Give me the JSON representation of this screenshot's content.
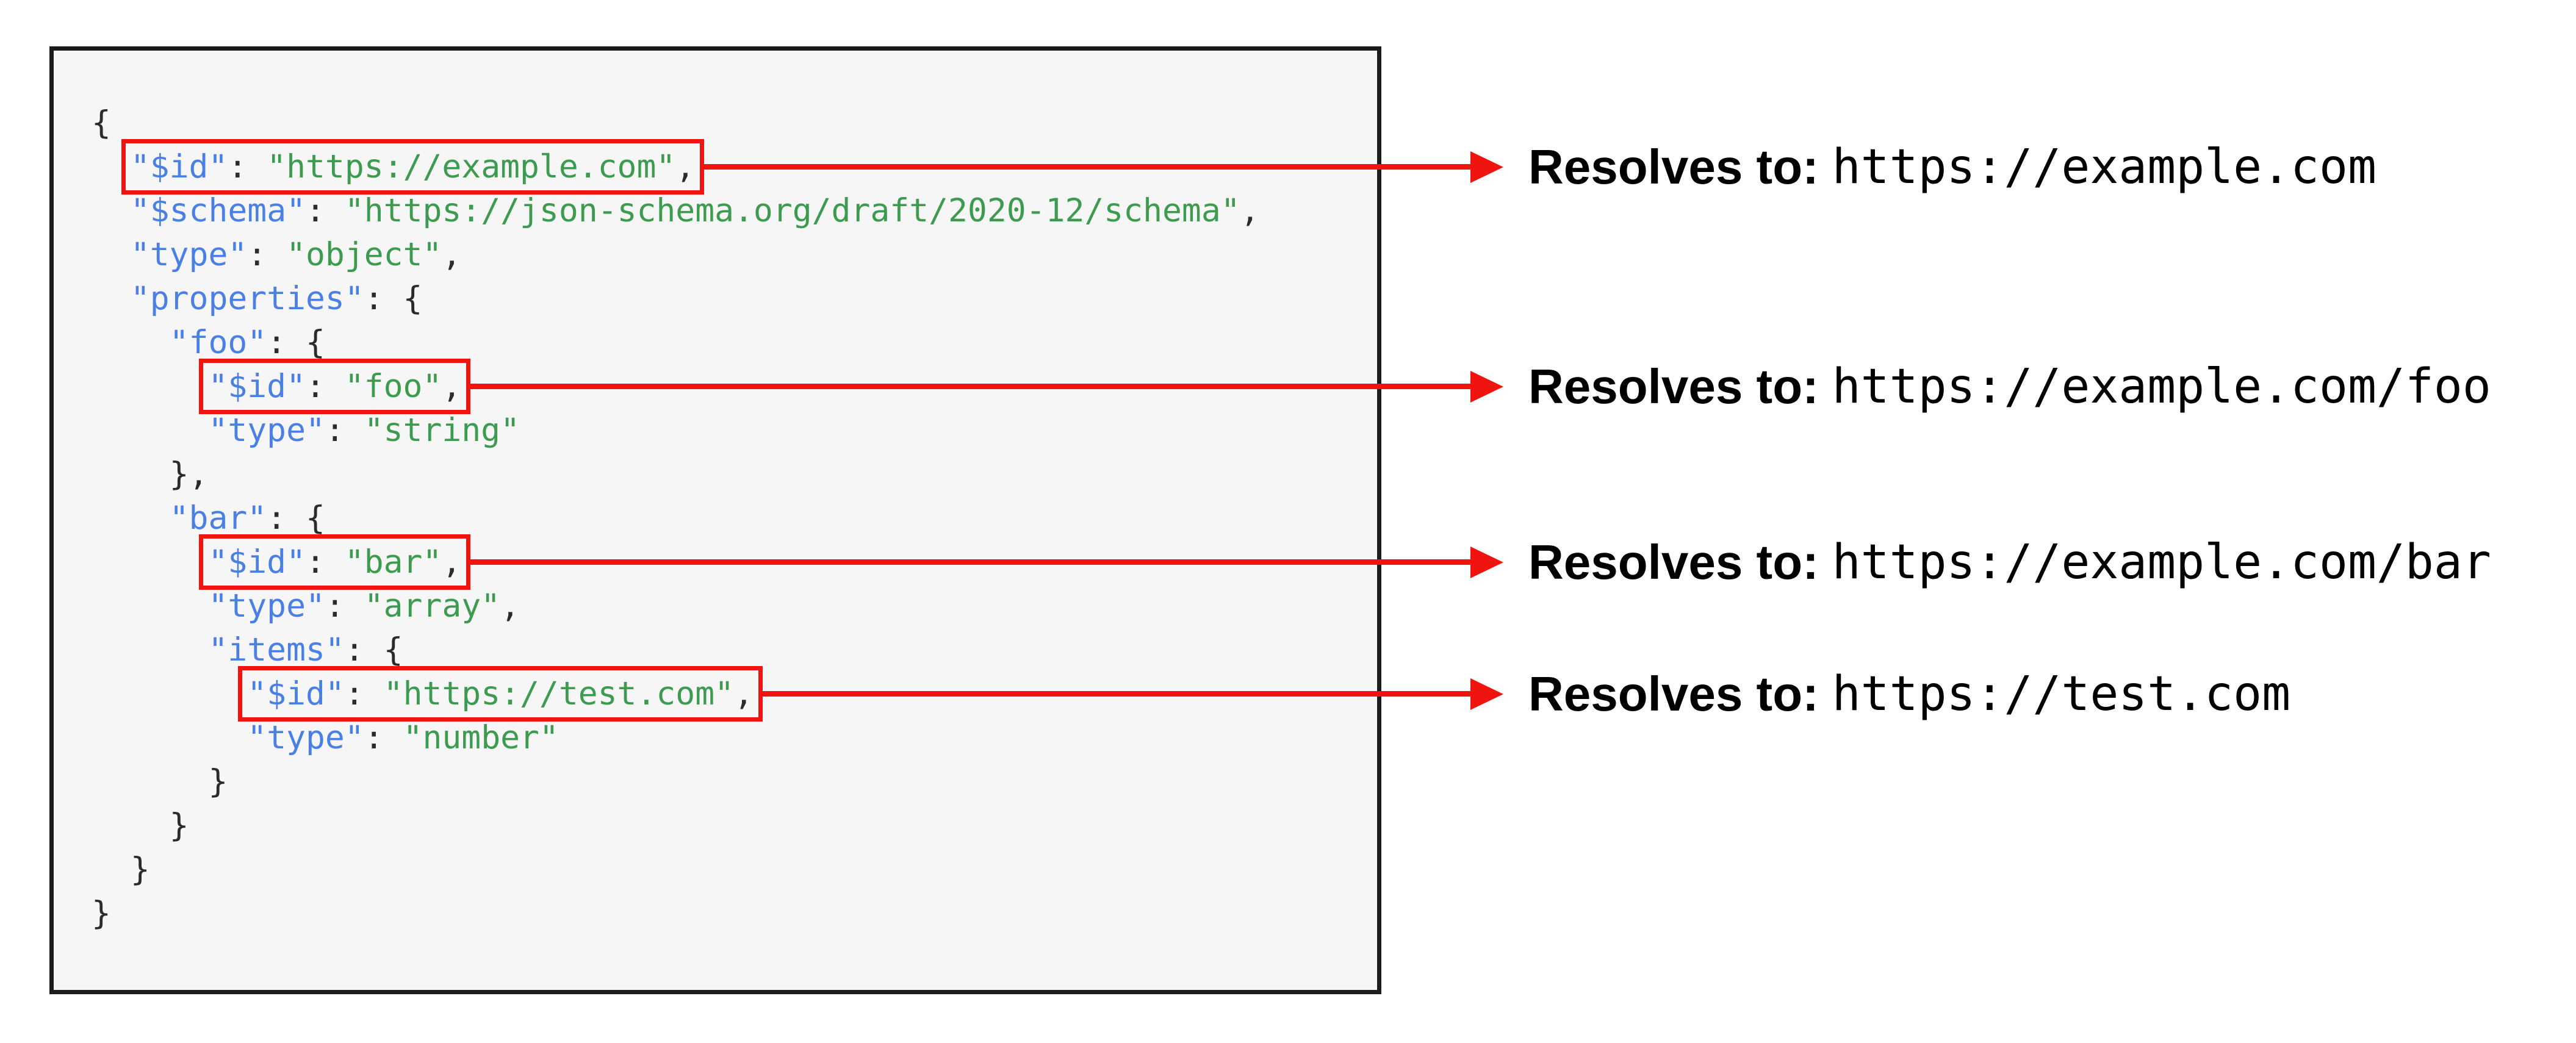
{
  "colors": {
    "key": "#4a80e6",
    "string": "#3d9b4f",
    "punctuation": "#2b2b2b",
    "highlight_red": "#f01410",
    "panel_bg": "#f6f6f6",
    "panel_border": "#1c1c1c",
    "annotation_text": "#000000"
  },
  "code_panel": {
    "language": "json",
    "lines": [
      [
        {
          "k": "p",
          "t": "{"
        }
      ],
      [
        {
          "k": "p",
          "t": "  "
        },
        {
          "boxed": true,
          "parts": [
            {
              "k": "key",
              "t": "\"$id\""
            },
            {
              "k": "p",
              "t": ": "
            },
            {
              "k": "str",
              "t": "\"https://example.com\""
            },
            {
              "k": "p",
              "t": ","
            }
          ]
        }
      ],
      [
        {
          "k": "p",
          "t": "  "
        },
        {
          "k": "key",
          "t": "\"$schema\""
        },
        {
          "k": "p",
          "t": ": "
        },
        {
          "k": "str",
          "t": "\"https://json-schema.org/draft/2020-12/schema\""
        },
        {
          "k": "p",
          "t": ","
        }
      ],
      [
        {
          "k": "p",
          "t": "  "
        },
        {
          "k": "key",
          "t": "\"type\""
        },
        {
          "k": "p",
          "t": ": "
        },
        {
          "k": "str",
          "t": "\"object\""
        },
        {
          "k": "p",
          "t": ","
        }
      ],
      [
        {
          "k": "p",
          "t": "  "
        },
        {
          "k": "key",
          "t": "\"properties\""
        },
        {
          "k": "p",
          "t": ": {"
        }
      ],
      [
        {
          "k": "p",
          "t": "    "
        },
        {
          "k": "key",
          "t": "\"foo\""
        },
        {
          "k": "p",
          "t": ": {"
        }
      ],
      [
        {
          "k": "p",
          "t": "      "
        },
        {
          "boxed": true,
          "parts": [
            {
              "k": "key",
              "t": "\"$id\""
            },
            {
              "k": "p",
              "t": ": "
            },
            {
              "k": "str",
              "t": "\"foo\""
            },
            {
              "k": "p",
              "t": ","
            }
          ]
        }
      ],
      [
        {
          "k": "p",
          "t": "      "
        },
        {
          "k": "key",
          "t": "\"type\""
        },
        {
          "k": "p",
          "t": ": "
        },
        {
          "k": "str",
          "t": "\"string\""
        }
      ],
      [
        {
          "k": "p",
          "t": "    },"
        }
      ],
      [
        {
          "k": "p",
          "t": "    "
        },
        {
          "k": "key",
          "t": "\"bar\""
        },
        {
          "k": "p",
          "t": ": {"
        }
      ],
      [
        {
          "k": "p",
          "t": "      "
        },
        {
          "boxed": true,
          "parts": [
            {
              "k": "key",
              "t": "\"$id\""
            },
            {
              "k": "p",
              "t": ": "
            },
            {
              "k": "str",
              "t": "\"bar\""
            },
            {
              "k": "p",
              "t": ","
            }
          ]
        }
      ],
      [
        {
          "k": "p",
          "t": "      "
        },
        {
          "k": "key",
          "t": "\"type\""
        },
        {
          "k": "p",
          "t": ": "
        },
        {
          "k": "str",
          "t": "\"array\""
        },
        {
          "k": "p",
          "t": ","
        }
      ],
      [
        {
          "k": "p",
          "t": "      "
        },
        {
          "k": "key",
          "t": "\"items\""
        },
        {
          "k": "p",
          "t": ": {"
        }
      ],
      [
        {
          "k": "p",
          "t": "        "
        },
        {
          "boxed": true,
          "parts": [
            {
              "k": "key",
              "t": "\"$id\""
            },
            {
              "k": "p",
              "t": ": "
            },
            {
              "k": "str",
              "t": "\"https://test.com\""
            },
            {
              "k": "p",
              "t": ","
            }
          ]
        }
      ],
      [
        {
          "k": "p",
          "t": "        "
        },
        {
          "k": "key",
          "t": "\"type\""
        },
        {
          "k": "p",
          "t": ": "
        },
        {
          "k": "str",
          "t": "\"number\""
        }
      ],
      [
        {
          "k": "p",
          "t": "      }"
        }
      ],
      [
        {
          "k": "p",
          "t": "    }"
        }
      ],
      [
        {
          "k": "p",
          "t": "  }"
        }
      ],
      [
        {
          "k": "p",
          "t": "}"
        }
      ]
    ]
  },
  "annotations": [
    {
      "label": "Resolves to:",
      "value": "https://example.com"
    },
    {
      "label": "Resolves to:",
      "value": "https://example.com/foo"
    },
    {
      "label": "Resolves to:",
      "value": "https://example.com/bar"
    },
    {
      "label": "Resolves to:",
      "value": "https://test.com"
    }
  ]
}
